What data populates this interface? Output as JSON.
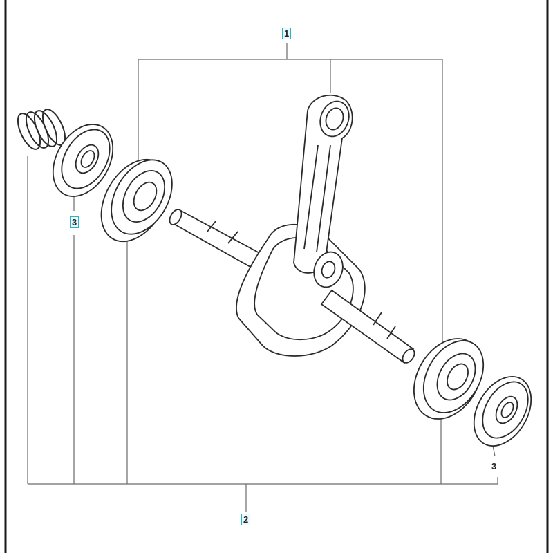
{
  "callouts": {
    "part_1": "1",
    "part_2": "2",
    "part_3_left": "3",
    "part_3_right": "3"
  },
  "colors": {
    "ink": "#2a2a2a",
    "leader": "#6a6a6a",
    "callout_highlight": "#2bb3c8",
    "frame": "#1a1a1a"
  }
}
